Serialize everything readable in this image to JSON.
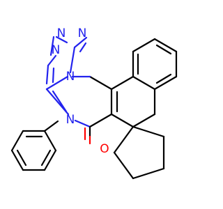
{
  "molecule": {
    "atoms": {
      "n1": "N",
      "n2": "N",
      "n3": "N",
      "n4": "N",
      "n5": "N",
      "o1": "O"
    },
    "colors": {
      "bond": "#000000",
      "nitrogen": "#2222ee",
      "oxygen": "#ff0000"
    }
  }
}
